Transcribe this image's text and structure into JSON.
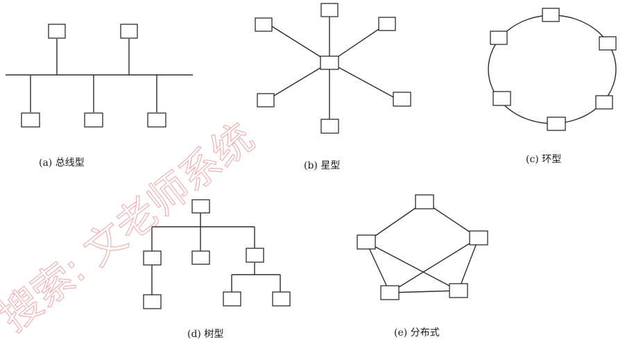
{
  "captions": {
    "bus": "(a) 总线型",
    "star": "(b) 星型",
    "ring": "(c) 环型",
    "tree": "(d) 树型",
    "mesh": "(e) 分布式"
  },
  "watermark": {
    "text": "搜索: 文老师系统",
    "color": "#e07070"
  },
  "colors": {
    "line": "#2b2b2b",
    "background": "#ffffff"
  }
}
